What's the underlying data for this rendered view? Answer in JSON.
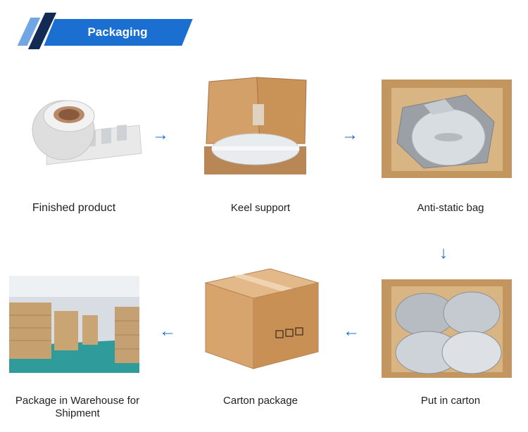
{
  "header": {
    "title": "Packaging"
  },
  "steps": [
    {
      "label": "Finished product"
    },
    {
      "label": "Keel support"
    },
    {
      "label": "Anti-static bag"
    },
    {
      "label": "Put in carton"
    },
    {
      "label": "Carton package"
    },
    {
      "label": "Package in Warehouse for Shipment"
    }
  ],
  "colors": {
    "accent": "#1a6fd1",
    "dark_stripe": "#132b54",
    "light_stripe": "#6fa6e3",
    "cardboard": "#c9935a"
  },
  "icons": {
    "arrow_right": "→",
    "arrow_down": "↓",
    "arrow_left": "←"
  }
}
